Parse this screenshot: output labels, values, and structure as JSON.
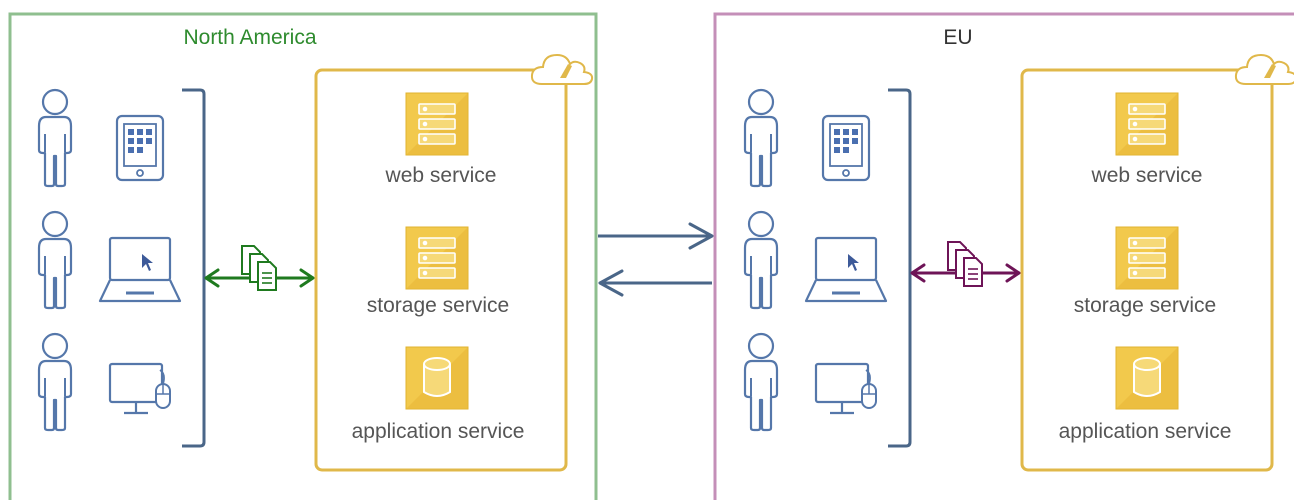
{
  "regions": [
    {
      "name": "North America",
      "border_color": "#8fbf8f",
      "title_color": "#2e8b2e",
      "sync_arrow_color": "#1f7a1f",
      "services": [
        {
          "label": "web service",
          "icon": "server-icon"
        },
        {
          "label": "storage service",
          "icon": "server-icon"
        },
        {
          "label": "application service",
          "icon": "database-icon"
        }
      ],
      "client_devices": [
        "tablet-icon",
        "laptop-icon",
        "desktop-icon"
      ]
    },
    {
      "name": "EU",
      "border_color": "#c48fb8",
      "title_color": "#333333",
      "sync_arrow_color": "#6e1457",
      "services": [
        {
          "label": "web service",
          "icon": "server-icon"
        },
        {
          "label": "storage service",
          "icon": "server-icon"
        },
        {
          "label": "application service",
          "icon": "database-icon"
        }
      ],
      "client_devices": [
        "tablet-icon",
        "laptop-icon",
        "desktop-icon"
      ]
    }
  ],
  "colors": {
    "cloud_border": "#e0b84a",
    "service_icon": "#f0c93c",
    "client_line": "#5577aa",
    "bracket": "#4a6688",
    "inter_region_arrow": "#4a6688"
  }
}
